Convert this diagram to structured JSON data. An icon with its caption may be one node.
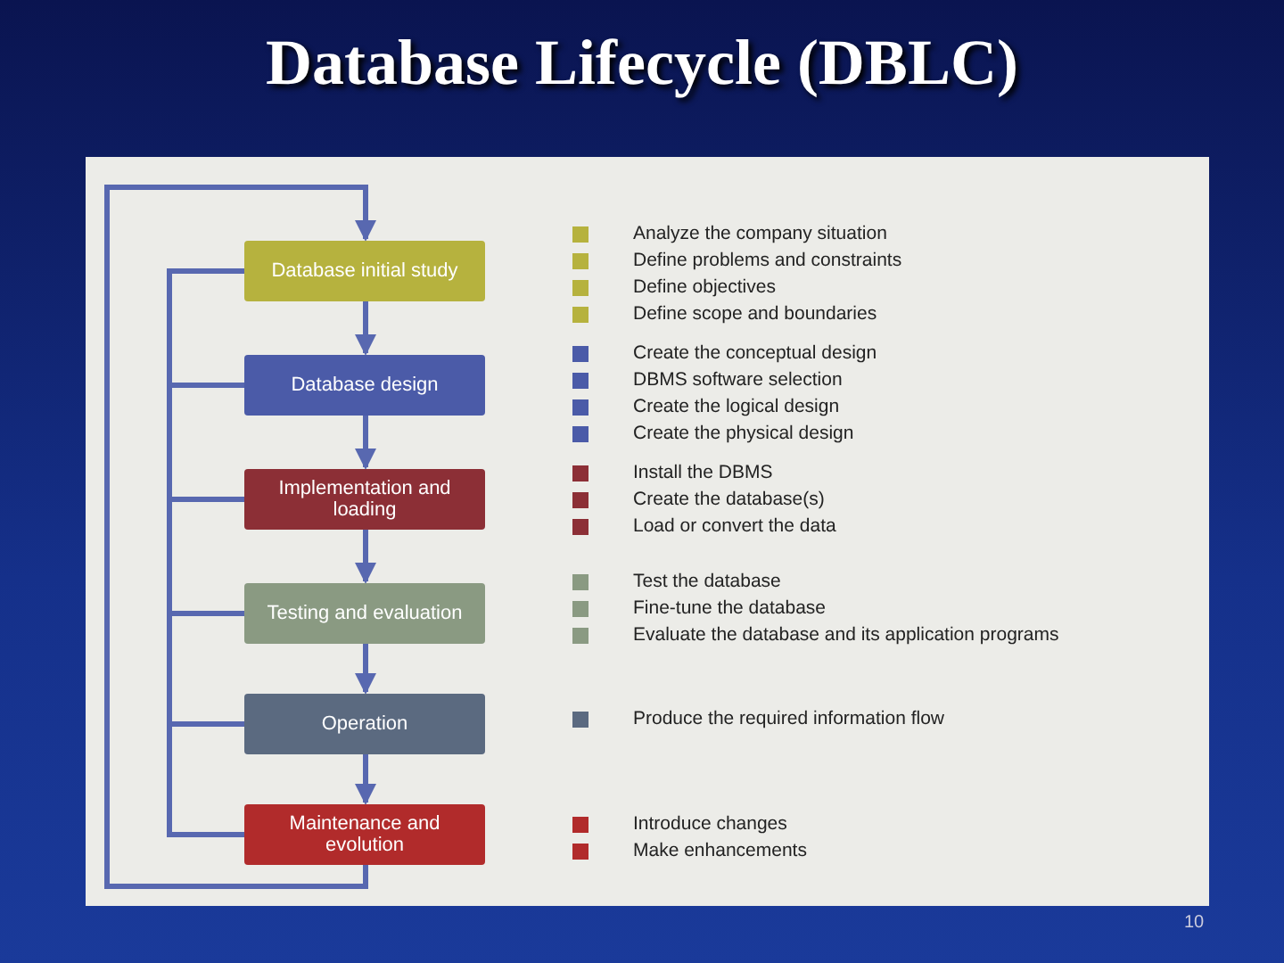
{
  "diagram": {
    "title": "Database Lifecycle (DBLC)",
    "nodes": [
      {
        "text": [
          "Database initial study"
        ]
      },
      {
        "text": [
          "Database design"
        ]
      },
      {
        "text": [
          "Implementation and loading"
        ]
      },
      {
        "text": [
          "Testing and evaluation"
        ]
      },
      {
        "text": [
          "Operation"
        ]
      },
      {
        "text": [
          "Maintenance and evolution"
        ]
      }
    ],
    "edges": [
      {
        "from": 0,
        "to": 1,
        "arrow": "to"
      },
      {
        "from": 1,
        "to": 2,
        "arrow": "to"
      },
      {
        "from": 2,
        "to": 3,
        "arrow": "to"
      },
      {
        "from": 3,
        "to": 4,
        "arrow": "to"
      },
      {
        "from": 4,
        "to": 5,
        "arrow": "to"
      },
      {
        "from": 5,
        "to": 0,
        "arrow": "to"
      },
      {
        "from": 5,
        "to": 0,
        "arrow": "none"
      },
      {
        "from": 5,
        "to": 1,
        "arrow": "none"
      },
      {
        "from": 5,
        "to": 2,
        "arrow": "none"
      },
      {
        "from": 5,
        "to": 3,
        "arrow": "none"
      },
      {
        "from": 5,
        "to": 4,
        "arrow": "none"
      }
    ],
    "labels": [
      "Analyze the company situation",
      "Define problems and constraints",
      "Define objectives",
      "Define scope and boundaries",
      "Create the conceptual design",
      "DBMS software selection",
      "Create the logical design",
      "Create the physical design",
      "Install the DBMS",
      "Create the database(s)",
      "Load or convert the data",
      "Test the database",
      "Fine-tune the database",
      "Evaluate the database and its application programs",
      "Produce the required information flow",
      "Introduce changes",
      "Make enhancements",
      "10"
    ]
  }
}
